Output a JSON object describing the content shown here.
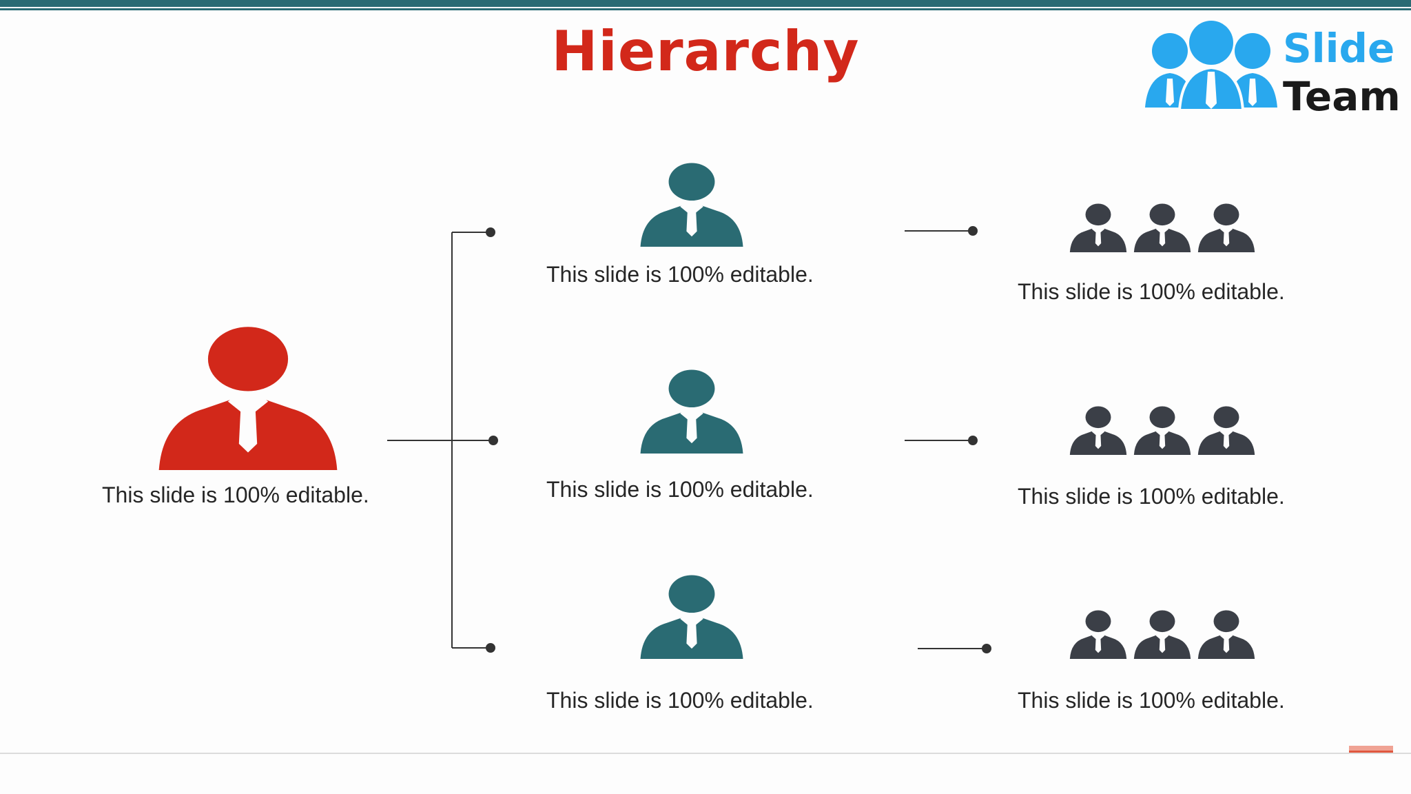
{
  "title": "Hierarchy",
  "logo": {
    "line1": "Slide",
    "line2": "Team"
  },
  "colors": {
    "title": "#d2281a",
    "root_icon": "#d2281a",
    "level1_icon": "#2a6b73",
    "level2_icon": "#3b3f47",
    "connector": "#333333",
    "accent_bar": "#2a6b73",
    "logo_blue": "#29a8ee"
  },
  "root": {
    "label": "This slide is 100% editable.",
    "icon": "person-icon"
  },
  "level1": [
    {
      "label": "This slide is 100% editable.",
      "icon": "person-icon"
    },
    {
      "label": "This slide is 100% editable.",
      "icon": "person-icon"
    },
    {
      "label": "This slide is 100% editable.",
      "icon": "person-icon"
    }
  ],
  "level2": [
    {
      "label": "This slide is 100% editable.",
      "icon": "team-icon"
    },
    {
      "label": "This slide is 100% editable.",
      "icon": "team-icon"
    },
    {
      "label": "This slide is 100% editable.",
      "icon": "team-icon"
    }
  ]
}
